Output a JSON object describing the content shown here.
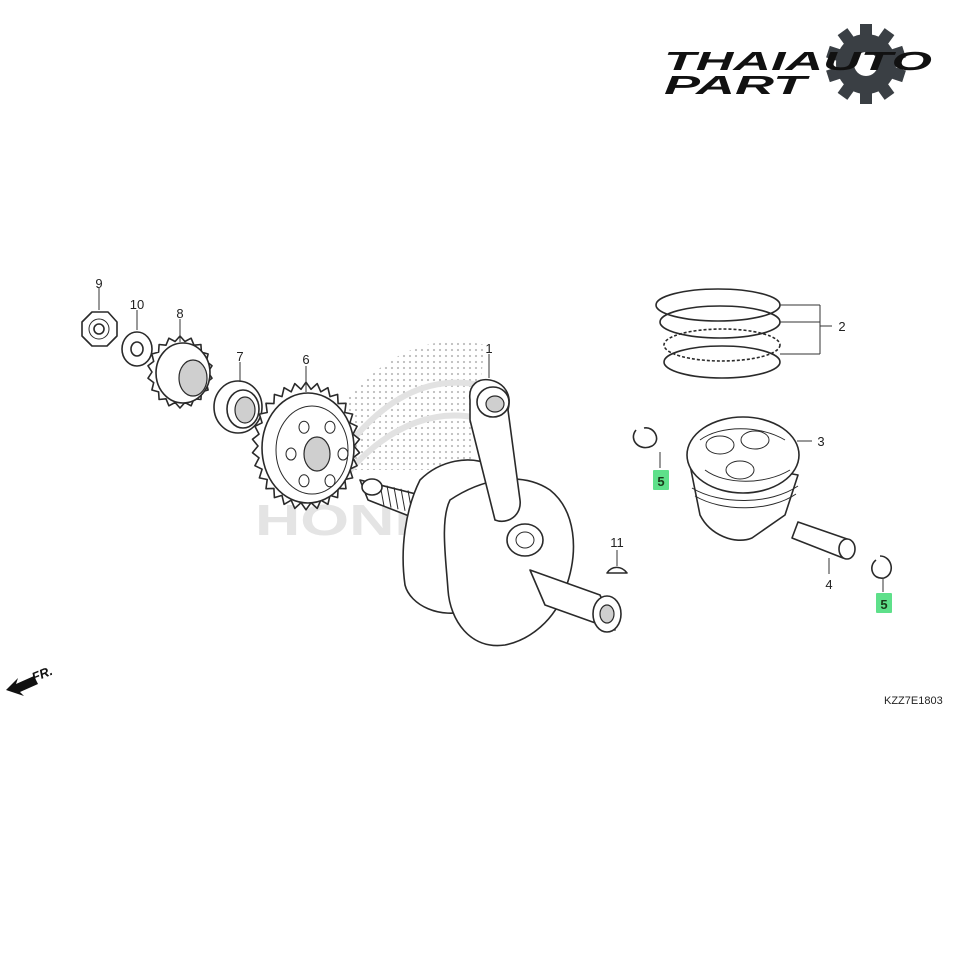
{
  "logo": {
    "line1": "THAIAUTO",
    "line2": "PART",
    "gear_color": "#3a3f44",
    "icon": "gear-icon"
  },
  "watermark": {
    "text": "HONDA",
    "icon": "honda-wing-icon"
  },
  "direction": {
    "label": "FR.",
    "icon": "arrow-left-down-icon"
  },
  "diagram_code": "KZZ7E1803",
  "highlight_color": "#5ee08a",
  "parts": [
    {
      "number": "1",
      "icon": "connecting-rod-crankshaft-icon"
    },
    {
      "number": "2",
      "icon": "piston-ring-set-icon"
    },
    {
      "number": "3",
      "icon": "piston-icon"
    },
    {
      "number": "4",
      "icon": "piston-pin-icon"
    },
    {
      "number": "5",
      "icon": "pin-clip-icon",
      "highlighted": true
    },
    {
      "number": "6",
      "icon": "primary-drive-gear-icon"
    },
    {
      "number": "7",
      "icon": "needle-bearing-icon"
    },
    {
      "number": "8",
      "icon": "drive-sprocket-gear-icon"
    },
    {
      "number": "9",
      "icon": "lock-nut-icon"
    },
    {
      "number": "10",
      "icon": "washer-icon"
    },
    {
      "number": "11",
      "icon": "woodruff-key-icon"
    }
  ]
}
